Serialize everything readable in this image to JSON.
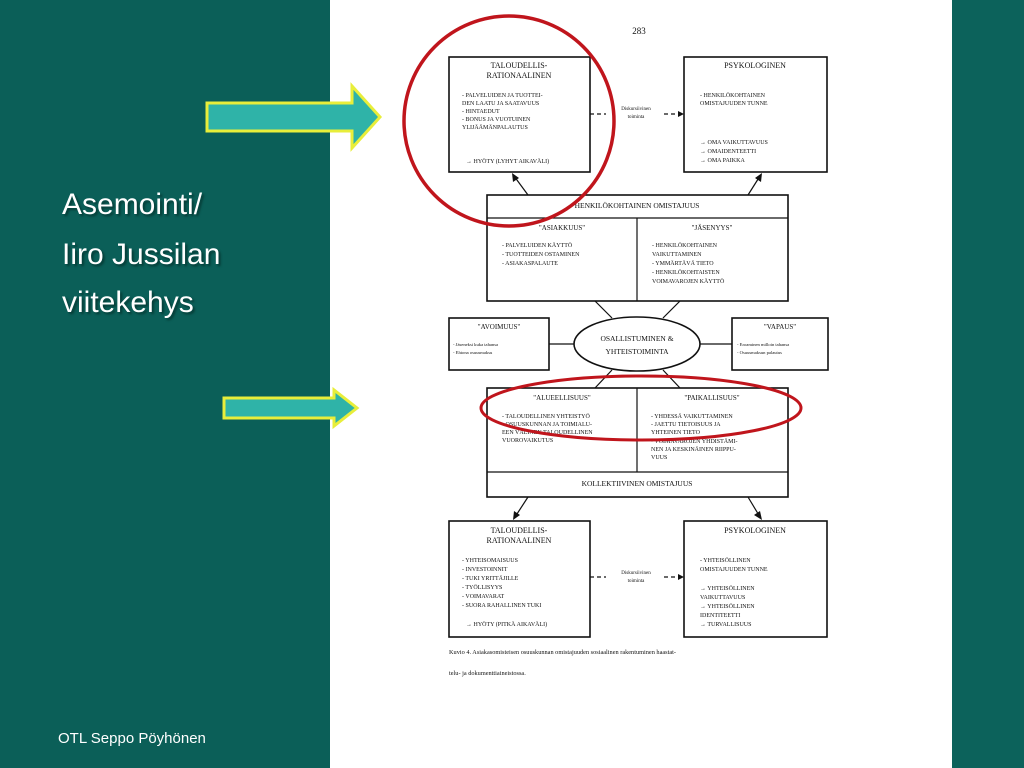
{
  "slide": {
    "title_lines": [
      "Asemointi/",
      "Iiro Jussilan",
      "viitekehys"
    ],
    "footer": "OTL Seppo Pöyhönen"
  },
  "colors": {
    "background": "#0b5f58",
    "arrow_fill": "#2fb3a8",
    "arrow_border": "#e8ee3a",
    "circle": "#c0151c"
  },
  "doc": {
    "page_number": "283",
    "top_left": {
      "title1": "TALOUDELLIS-",
      "title2": "RATIONAALINEN",
      "items": [
        "-  PALVELUIDEN JA TUOTTEI-",
        "   DEN LAATU JA SAATAVUUS",
        "-  HINTAEDUT",
        "-  BONUS JA VUOTUINEN",
        "   YLIJÄÄMÄNPALAUTUS"
      ],
      "benefit": "→ HYÖTY (LYHYT AIKAVÄLI)"
    },
    "top_right": {
      "title": "PSYKOLOGINEN",
      "items": [
        "-  HENKILÖKOHTAINEN",
        "   OMISTAJUUDEN TUNNE"
      ],
      "effects": [
        "→ OMA VAIKUTTAVUUS",
        "→ OMAIDENTEETTI",
        "→ OMA PAIKKA"
      ]
    },
    "discursive_top": [
      "Diskursiivinen",
      "toiminta"
    ],
    "personal": {
      "title": "HENKILÖKOHTAINEN OMISTAJUUS",
      "left_title": "\"ASIAKKUUS\"",
      "left_items": [
        "-  PALVELUIDEN KÄYTTÖ",
        "-  TUOTTEIDEN OSTAMINEN",
        "-  ASIAKASPALAUTE"
      ],
      "right_title": "\"JÄSENYYS\"",
      "right_items": [
        "-  HENKILÖKOHTAINEN",
        "   VAIKUTTAMINEN",
        "-  YMMÄRTÄVÄ TIETO",
        "-  HENKILÖKOHTAISTEN",
        "   VOIMAVAROJEN KÄYTTÖ"
      ]
    },
    "openness": {
      "title": "\"AVOIMUUS\"",
      "items": [
        "- Jäseneksi kuka tahansa",
        "- Ehtona osuusmaksu"
      ]
    },
    "center": {
      "line1": "OSALLISTUMINEN &",
      "line2": "YHTEISTOIMINTA"
    },
    "freedom": {
      "title": "\"VAPAUS\"",
      "items": [
        "- Eroaminen milloin tahansa",
        "- Osuusmaksun palautus"
      ]
    },
    "collective": {
      "left_title": "\"ALUEELLISUUS\"",
      "left_items": [
        "-  TALOUDELLINEN YHTEISTYÖ",
        "-  OSUUSKUNNAN JA TOIMIALU-",
        "   EEN VÄLINEN TALOUDELLINEN",
        "   VUOROVAIKUTUS"
      ],
      "right_title": "\"PAIKALLISUUS\"",
      "right_items": [
        "-  YHDESSÄ VAIKUTTAMINEN",
        "-  JAETTU TIETOISUUS JA",
        "   YHTEINEN TIETO",
        "-  VOIMAVAROJEN YHDISTÄMI-",
        "   NEN JA KESKINÄINEN RIIPPU-",
        "   VUUS"
      ],
      "title": "KOLLEKTIIVINEN OMISTAJUUS"
    },
    "bottom_left": {
      "title1": "TALOUDELLIS-",
      "title2": "RATIONAALINEN",
      "items": [
        "-  YHTEISOMAISUUS",
        "-  INVESTOINNIT",
        "-  TUKI YRITTÄJILLE",
        "-  TYÖLLISYYS",
        "-  VOIMAVARAT",
        "-  SUORA RAHALLINEN TUKI"
      ],
      "benefit": "→ HYÖTY (PITKÄ AIKAVÄLI)"
    },
    "bottom_right": {
      "title": "PSYKOLOGINEN",
      "items": [
        "-  YHTEISÖLLINEN",
        "   OMISTAJUUDEN TUNNE"
      ],
      "effects": [
        "→ YHTEISÖLLINEN",
        "   VAIKUTTAVUUS",
        "→ YHTEISÖLLINEN",
        "   IDENTITEETTI",
        "→ TURVALLISUUS"
      ]
    },
    "discursive_bottom": [
      "Diskursiivinen",
      "toiminta"
    ],
    "caption_line1": "Kuvio 4. Asiakasomisteisen osuuskunnan omistajuuden sosiaalinen rakentuminen haastat-",
    "caption_line2": "telu- ja dokumenttiaineistossa."
  }
}
